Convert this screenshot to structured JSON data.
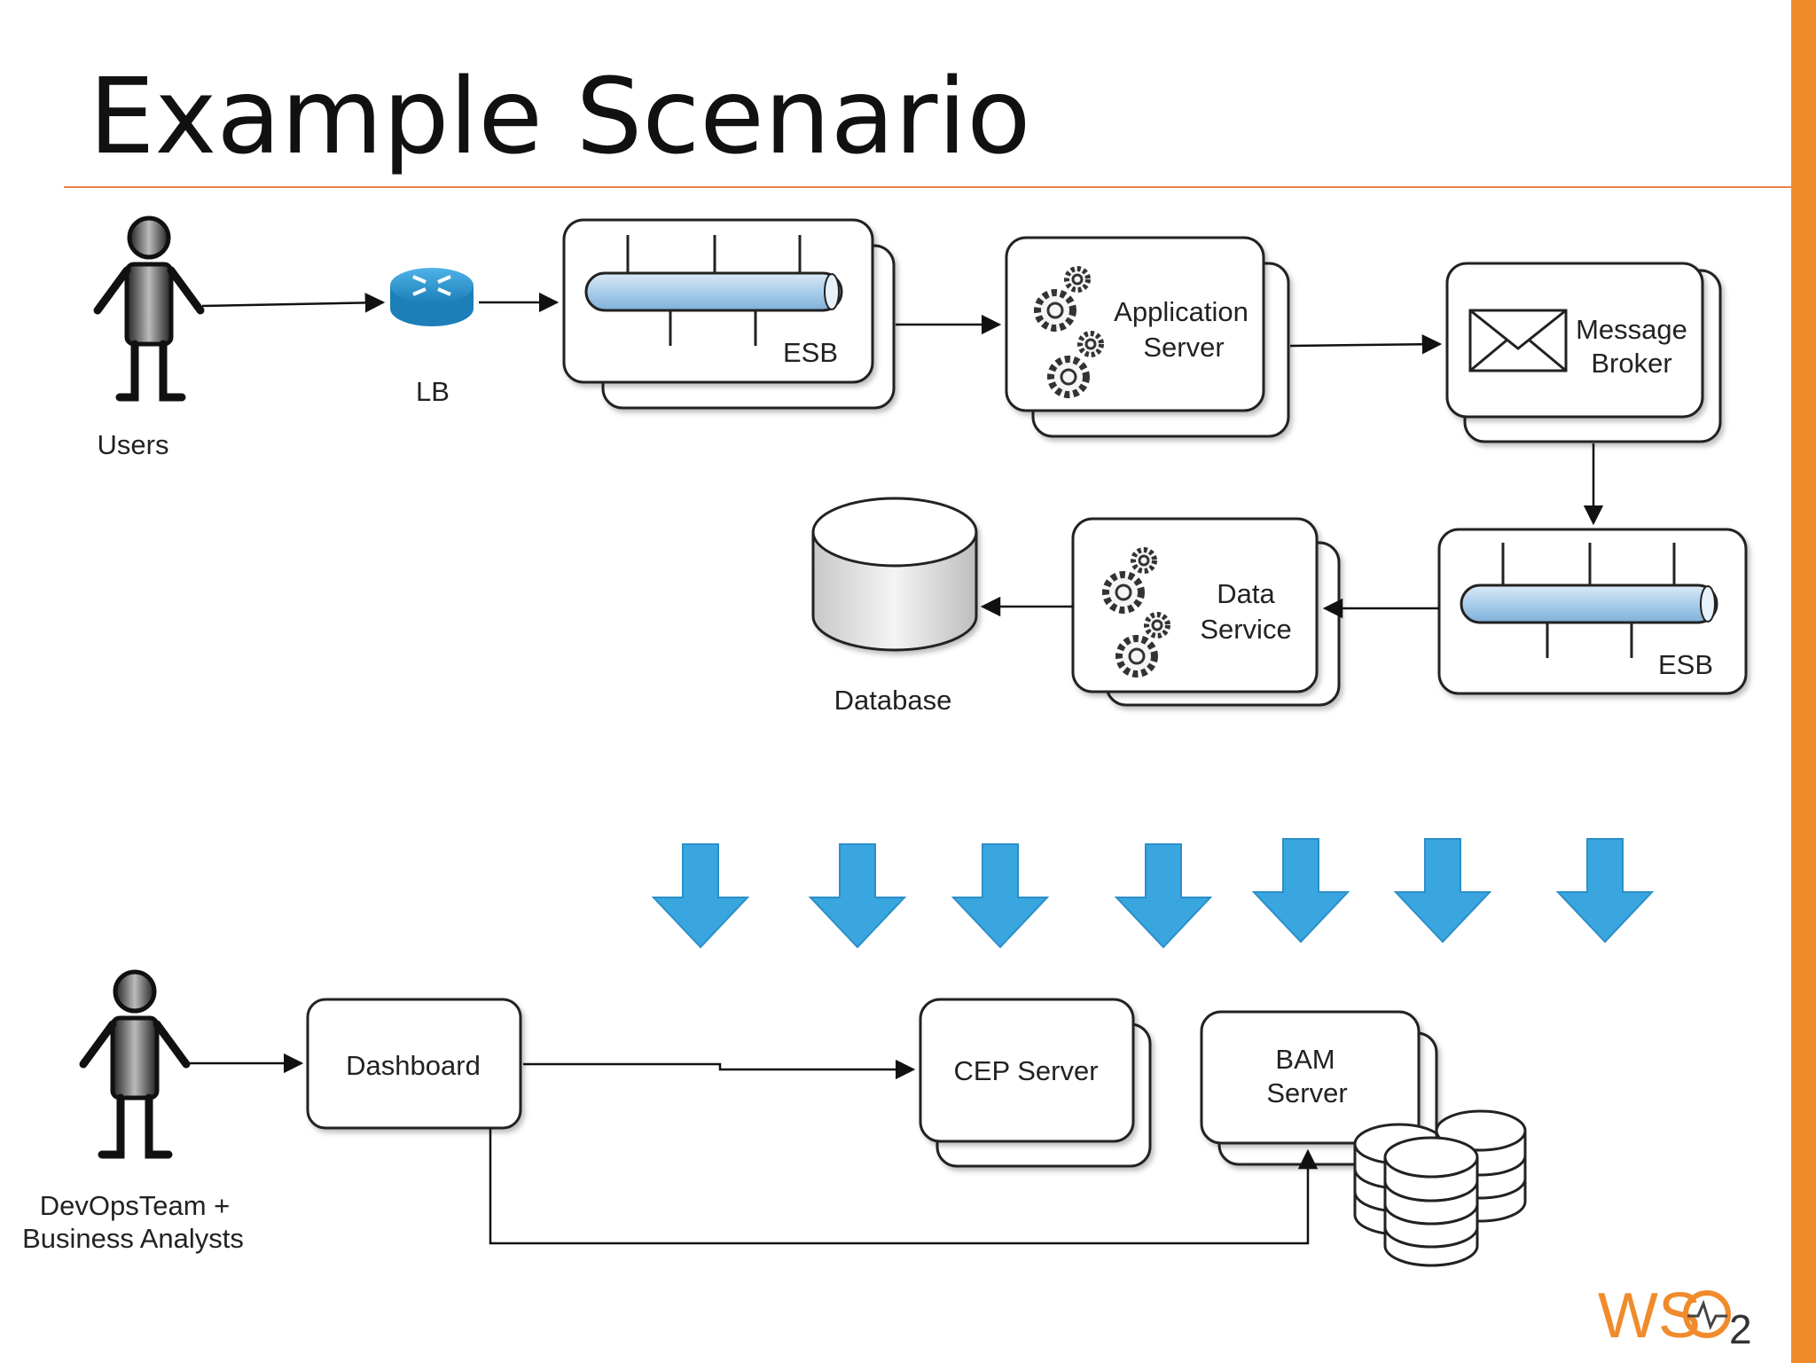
{
  "slide": {
    "title": "Example Scenario"
  },
  "nodes": {
    "users": "Users",
    "lb": "LB",
    "esb_top": "ESB",
    "app_server": [
      "Application",
      "Server"
    ],
    "message_broker": [
      "Message",
      "Broker"
    ],
    "esb_mid": "ESB",
    "data_service": [
      "Data",
      "Service"
    ],
    "database": "Database",
    "devops": [
      "DevOpsTeam +",
      "Business Analysts"
    ],
    "dashboard": "Dashboard",
    "cep_server": "CEP Server",
    "bam_server": [
      "BAM",
      "Server"
    ]
  },
  "logo": {
    "text": "WSO2"
  },
  "colors": {
    "accent": "#f08b2c",
    "arrow_blue": "#3aa6e0",
    "pipe_blue": "#a9cdea"
  }
}
